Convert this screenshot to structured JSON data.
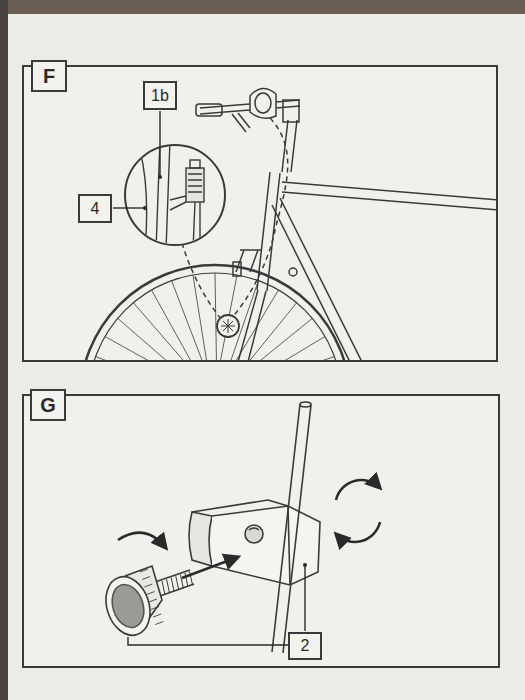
{
  "diagram": {
    "nodes": [
      {
        "text": [
          "F"
        ]
      },
      {
        "text": [
          "1b"
        ]
      },
      {
        "text": [
          "4"
        ]
      },
      {
        "text": [
          "G"
        ]
      },
      {
        "text": [
          "2"
        ]
      }
    ]
  }
}
